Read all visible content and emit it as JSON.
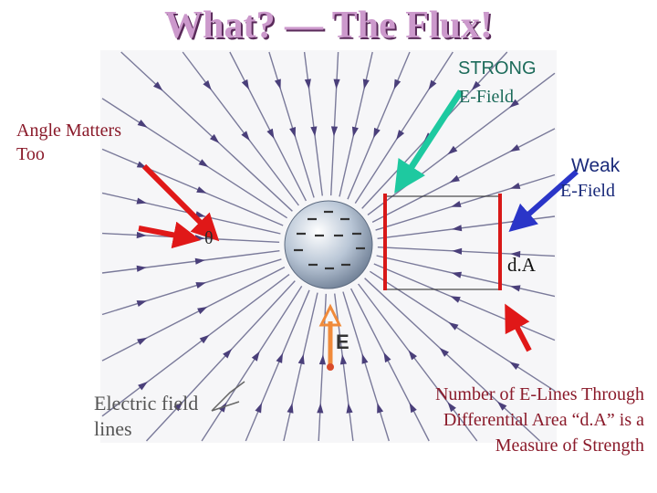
{
  "title": "What? — The Flux!",
  "labels": {
    "strong_line1": "STRONG",
    "strong_line2": "E-Field",
    "angle": "Angle Matters Too",
    "weak_line1": "Weak",
    "weak_line2": "E-Field",
    "theta": "θ",
    "area": "d.A",
    "field_vector": "E",
    "legend": "Electric field lines",
    "note": "Number of E-Lines Through Differential Area “d.A” is a Measure of Strength"
  },
  "colors": {
    "field_line": "#7a7a9a",
    "arrowhead": "#4a3f7a",
    "pointer_red": "#e01818",
    "pointer_teal": "#1ec9a0",
    "pointer_blue": "#2a35c8",
    "e_vector": "#f08a3a",
    "area_border": "#d81818"
  }
}
